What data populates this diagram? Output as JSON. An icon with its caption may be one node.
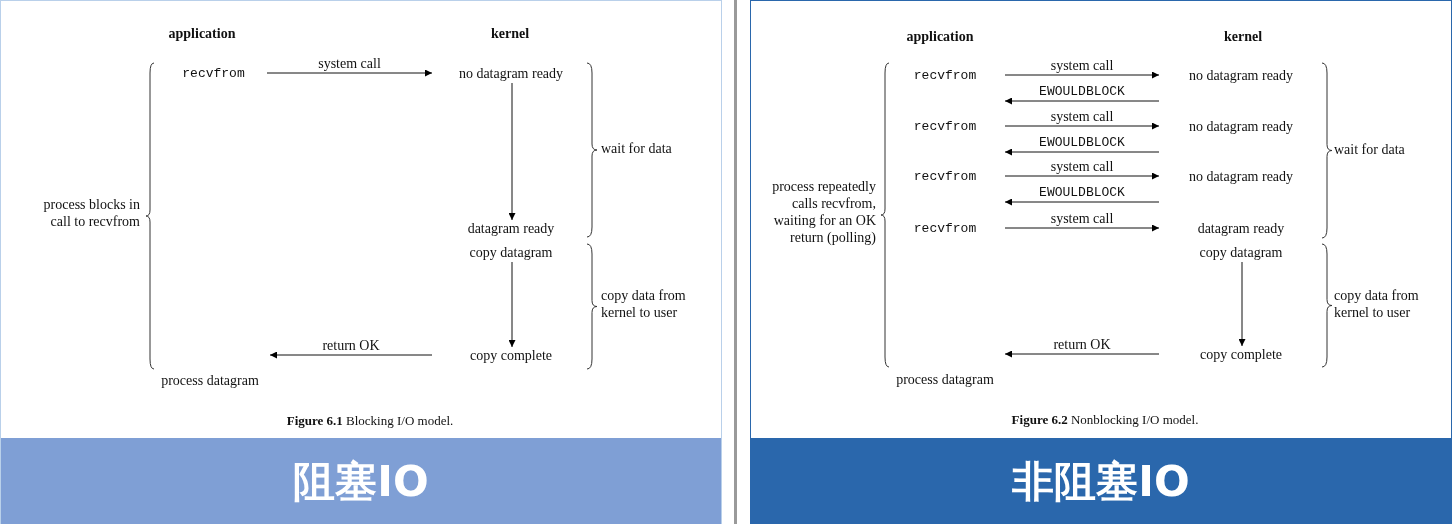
{
  "diagram": {
    "nodes": [
      {
        "text": [
          "阻塞IO"
        ]
      },
      {
        "text": [
          "recvfrom"
        ],
        "in": 0
      },
      {
        "text": [
          "no datagram ready"
        ],
        "in": 0
      },
      {
        "text": [
          "datagram ready"
        ],
        "in": 0
      },
      {
        "text": [
          "copy datagram"
        ],
        "in": 0
      },
      {
        "text": [
          "copy complete"
        ],
        "in": 0
      },
      {
        "text": [
          "process datagram"
        ],
        "in": 0
      },
      {
        "text": [
          "非阻塞IO"
        ]
      },
      {
        "text": [
          "recvfrom"
        ],
        "in": 7
      },
      {
        "text": [
          "no datagram ready"
        ],
        "in": 7
      },
      {
        "text": [
          "recvfrom"
        ],
        "in": 7
      },
      {
        "text": [
          "no datagram ready"
        ],
        "in": 7
      },
      {
        "text": [
          "recvfrom"
        ],
        "in": 7
      },
      {
        "text": [
          "no datagram ready"
        ],
        "in": 7
      },
      {
        "text": [
          "recvfrom"
        ],
        "in": 7
      },
      {
        "text": [
          "datagram ready"
        ],
        "in": 7
      },
      {
        "text": [
          "copy datagram"
        ],
        "in": 7
      },
      {
        "text": [
          "copy complete"
        ],
        "in": 7
      },
      {
        "text": [
          "process datagram"
        ],
        "in": 7
      }
    ],
    "edges": [
      {
        "from": 1,
        "to": 2,
        "arrow": "to",
        "label": "system call"
      },
      {
        "from": 2,
        "to": 3,
        "arrow": "to"
      },
      {
        "from": 4,
        "to": 5,
        "arrow": "to"
      },
      {
        "from": 5,
        "to": 6,
        "arrow": "to",
        "label": "return OK"
      },
      {
        "from": 8,
        "to": 9,
        "arrow": "to",
        "label": "system call"
      },
      {
        "from": 9,
        "to": 8,
        "arrow": "to",
        "label": "EWOULDBLOCK"
      },
      {
        "from": 10,
        "to": 11,
        "arrow": "to",
        "label": "system call"
      },
      {
        "from": 11,
        "to": 10,
        "arrow": "to",
        "label": "EWOULDBLOCK"
      },
      {
        "from": 12,
        "to": 13,
        "arrow": "to",
        "label": "system call"
      },
      {
        "from": 13,
        "to": 12,
        "arrow": "to",
        "label": "EWOULDBLOCK"
      },
      {
        "from": 14,
        "to": 15,
        "arrow": "to",
        "label": "system call"
      },
      {
        "from": 16,
        "to": 17,
        "arrow": "to"
      },
      {
        "from": 17,
        "to": 18,
        "arrow": "to",
        "label": "return OK"
      }
    ],
    "labels": [
      "application",
      "kernel",
      "process blocks in call to recvfrom",
      "wait for data",
      "copy data from kernel to user",
      "**Figure 6.1** Blocking I/O model.",
      "application",
      "kernel",
      "process repeatedly calls recvfrom, waiting for an OK return (polling)",
      "wait for data",
      "copy data from kernel to user",
      "**Figure 6.2** Nonblocking I/O model."
    ]
  }
}
